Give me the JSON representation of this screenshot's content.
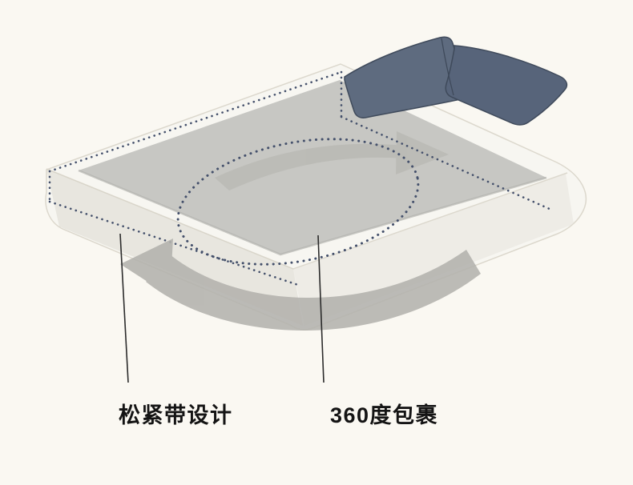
{
  "callouts": [
    {
      "id": "elastic-band",
      "label": "松紧带设计"
    },
    {
      "id": "wrap-360",
      "label": "360度包裹"
    }
  ],
  "illustration": {
    "parts": [
      {
        "name": "fitted-sheet"
      },
      {
        "name": "mattress-top"
      },
      {
        "name": "pillow-left"
      },
      {
        "name": "pillow-right"
      },
      {
        "name": "rotation-arrow-top"
      },
      {
        "name": "rotation-arrow-bottom"
      },
      {
        "name": "wrap-dotted-ellipse"
      },
      {
        "name": "hidden-edge-dotted-lines"
      },
      {
        "name": "leader-line-elastic"
      },
      {
        "name": "leader-line-wrap"
      }
    ]
  },
  "colors": {
    "background": "#FAF8F2",
    "sheet": "#F6F5F0",
    "sheet_edge": "#DCD8CD",
    "mattress": "#C7C7C3",
    "pillow": "#5E6B7F",
    "pillow_dark": "#57647A",
    "dots": "#44506B",
    "arrow": "#B3B2AD",
    "label_text": "#141414",
    "leader_line": "#2B2B2B"
  }
}
